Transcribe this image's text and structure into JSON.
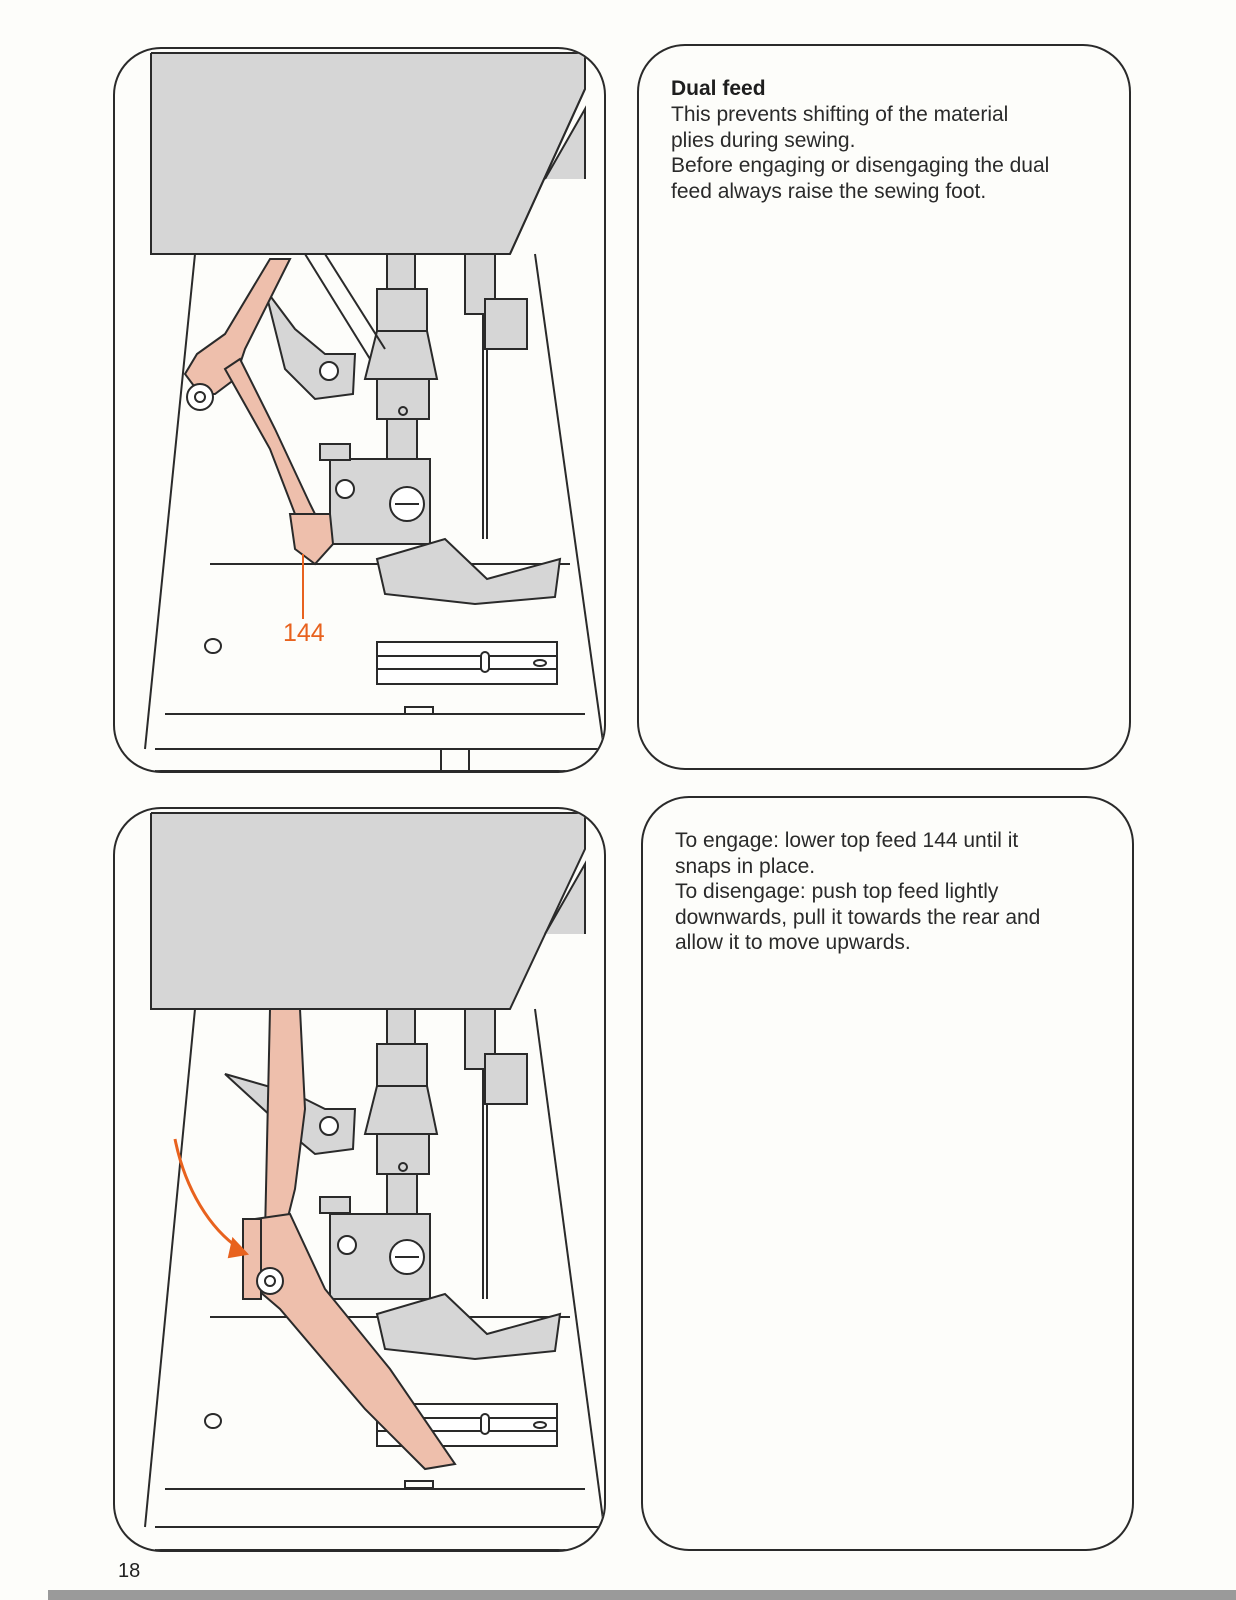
{
  "top_section": {
    "heading": "Dual feed",
    "paragraphs": [
      "This prevents shifting of the material",
      "plies during sewing.",
      "Before engaging or disengaging the dual",
      "feed always raise the sewing foot."
    ],
    "callout_label": "144"
  },
  "bottom_section": {
    "paragraphs": [
      "To engage: lower top feed 144 until it",
      "snaps in place.",
      "To disengage: push top feed lightly",
      "downwards, pull it towards the rear and",
      "allow it to move upwards."
    ]
  },
  "page_number": "18",
  "colors": {
    "accent_orange": "#e8621e",
    "top_feed_pink": "#eebfac",
    "machine_gray": "#d6d6d6",
    "outline": "#2a2a2a"
  }
}
